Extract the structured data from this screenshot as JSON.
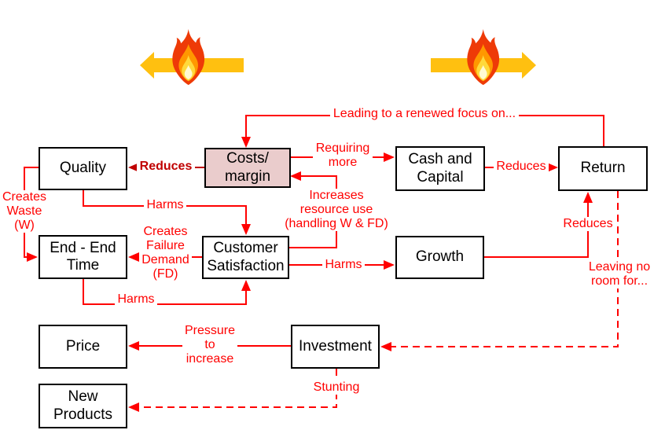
{
  "diagram": {
    "description": "Cost-focus causal loop diagram with two burning-platform flame arrows",
    "nodes": {
      "quality": "Quality",
      "costs_margin": "Costs/\nmargin",
      "cash_capital": "Cash and\nCapital",
      "return": "Return",
      "end_end_time": "End - End\nTime",
      "customer_satisfaction": "Customer\nSatisfaction",
      "growth": "Growth",
      "price": "Price",
      "investment": "Investment",
      "new_products": "New\nProducts"
    },
    "edge_labels": {
      "renewed_focus": "Leading to a renewed focus on...",
      "requiring_more": "Requiring\nmore",
      "reduces_costs_quality": "Reduces",
      "reduces_cash_return": "Reduces",
      "creates_waste": "Creates\nWaste\n(W)",
      "harms_quality_cs": "Harms",
      "increases_resource_use": "Increases\nresource use\n(handling W & FD)",
      "creates_failure_demand": "Creates\nFailure\nDemand\n(FD)",
      "reduces_growth_return": "Reduces",
      "leaving_no_room": "Leaving no\nroom for...",
      "harms_time_cs": "Harms",
      "harms_cs_growth": "Harms",
      "pressure_to_increase": "Pressure\nto\nincrease",
      "stunting": "Stunting"
    },
    "icons": {
      "left_flame": "flame-icon",
      "right_flame": "flame-icon",
      "left_arrow_direction": "left",
      "right_arrow_direction": "right"
    },
    "colors": {
      "edge_red": "#ff0000",
      "edge_dark_red": "#c00000",
      "node_fill": "#ffffff",
      "costs_margin_fill": "#eacccc",
      "node_border": "#000000",
      "pressure_arrow_gold": "#ffc010",
      "flame_outer": "#ee3a07",
      "flame_mid": "#ff9800",
      "flame_inner": "#ffd93b",
      "flame_core": "#fffad2"
    }
  }
}
